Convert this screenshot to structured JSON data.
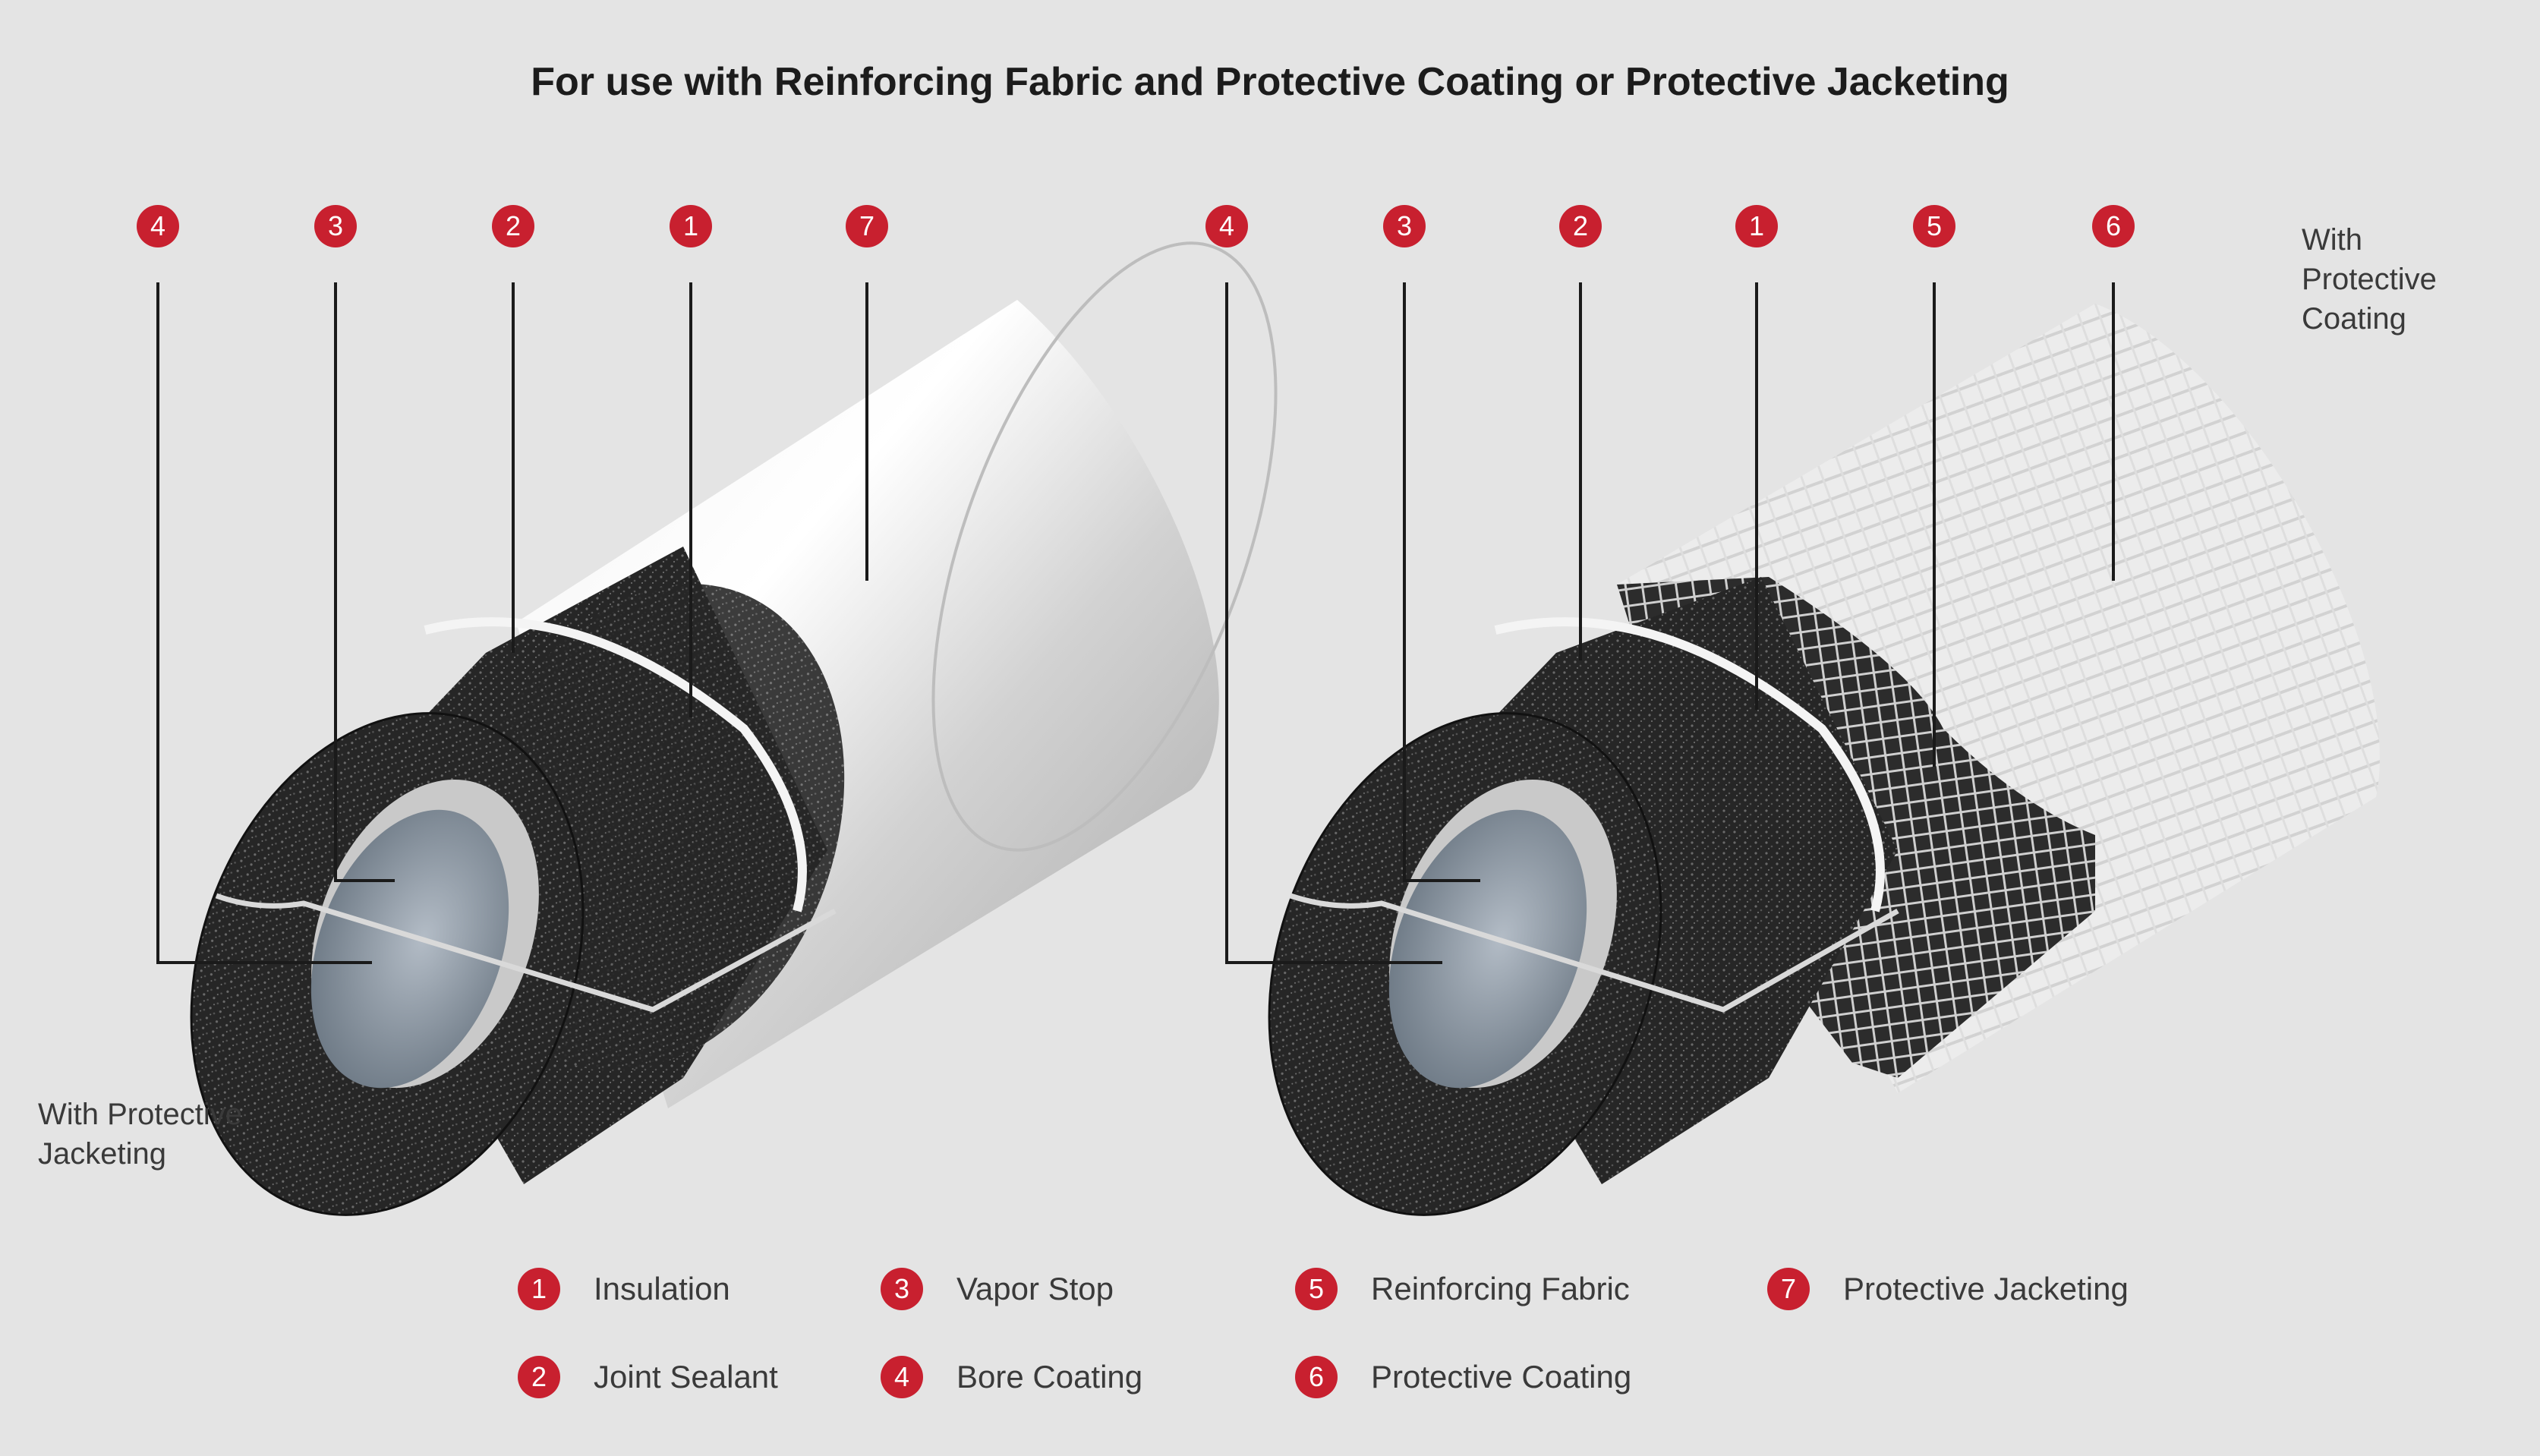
{
  "title": "For use with Reinforcing Fabric and Protective Coating or Protective Jacketing",
  "left_figure": {
    "callouts": [
      "4",
      "3",
      "2",
      "1",
      "7"
    ],
    "label": "With Protective\nJacketing"
  },
  "right_figure": {
    "callouts": [
      "4",
      "3",
      "2",
      "1",
      "5",
      "6"
    ],
    "label": "With\nProtective\nCoating"
  },
  "legend": [
    {
      "num": "1",
      "text": "Insulation"
    },
    {
      "num": "2",
      "text": "Joint Sealant"
    },
    {
      "num": "3",
      "text": "Vapor Stop"
    },
    {
      "num": "4",
      "text": "Bore Coating"
    },
    {
      "num": "5",
      "text": "Reinforcing Fabric"
    },
    {
      "num": "6",
      "text": "Protective Coating"
    },
    {
      "num": "7",
      "text": "Protective Jacketing"
    }
  ],
  "colors": {
    "background": "#e4e4e4",
    "badge": "#c8202f",
    "foam": "#2a2a2a",
    "jacket": "#dcdcdc",
    "bore": "#8f9aa6"
  }
}
